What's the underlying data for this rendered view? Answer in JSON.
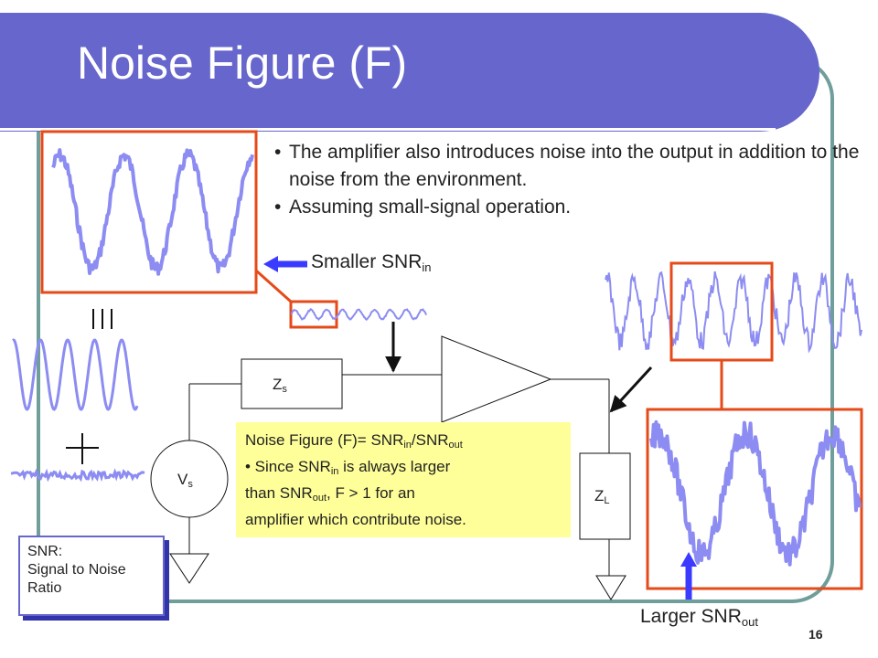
{
  "slide": {
    "title": "Noise Figure (F)",
    "page_number": "16",
    "bullets": [
      "The amplifier also introduces noise into the output in addition to the noise from the environment.",
      "Assuming small-signal operation."
    ]
  },
  "labels": {
    "smaller_snr": "Smaller SNR",
    "smaller_snr_sub": "in",
    "larger_snr": "Larger SNR",
    "larger_snr_sub": "out",
    "zs": "Z",
    "zs_sub": "s",
    "vs": "V",
    "vs_sub": "s",
    "zl": "Z",
    "zl_sub": "L",
    "equals_sign": "|||",
    "plus_sign": "+"
  },
  "noise_figure_box": {
    "prefix": "Noise Figure (F)= SNR",
    "sub1": "in",
    "mid": "/SNR",
    "sub2": "out",
    "line2_prefix": "• Since SNR",
    "line2_sub": "in",
    "line2_suffix": " is always larger",
    "line3_prefix": "than SNR",
    "line3_sub": "out",
    "line3_suffix": ", F > 1 for an",
    "line4": "amplifier which contribute noise."
  },
  "snr_note": {
    "line1": "SNR:",
    "line2": "Signal to Noise",
    "line3": "Ratio"
  },
  "colors": {
    "title_band": "#6666cc",
    "frame": "#6f9e9b",
    "callout_border": "#e64a19",
    "waveform": "#8c8cf2",
    "arrow": "#3b3bff",
    "note_fill": "#ffff99"
  }
}
